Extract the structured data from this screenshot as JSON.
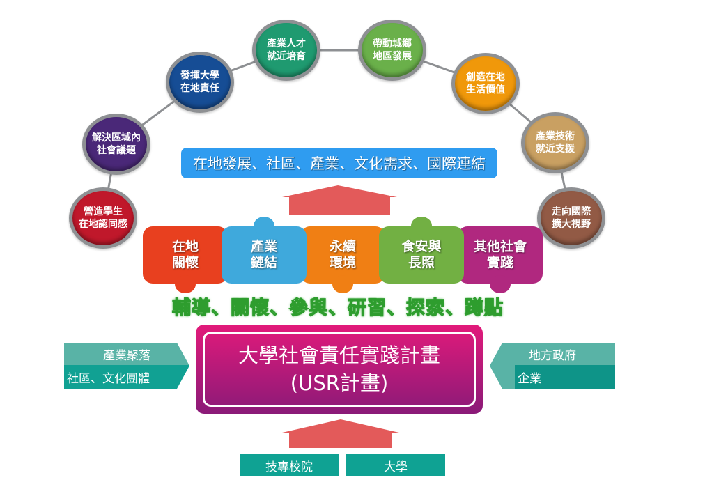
{
  "goals": [
    {
      "line1": "營造學生",
      "line2": "在地認同感",
      "color": "#c0182b"
    },
    {
      "line1": "解決區域內",
      "line2": "社會議題",
      "color": "#4a2878"
    },
    {
      "line1": "發揮大學",
      "line2": "在地責任",
      "color": "#164d95"
    },
    {
      "line1": "產業人才",
      "line2": "就近培育",
      "color": "#1f9a70"
    },
    {
      "line1": "帶動城鄉",
      "line2": "地區發展",
      "color": "#6ab04a"
    },
    {
      "line1": "創造在地",
      "line2": "生活價值",
      "color": "#f0980a"
    },
    {
      "line1": "產業技術",
      "line2": "就近支援",
      "color": "#c9a062"
    },
    {
      "line1": "走向國際",
      "line2": "擴大視野",
      "color": "#925a45"
    }
  ],
  "banner": "在地發展、社區、產業、文化需求、國際連結",
  "puzzles": [
    {
      "line1": "在地",
      "line2": "關懷",
      "color": "#e8401f"
    },
    {
      "line1": "產業",
      "line2": "鏈結",
      "color": "#3fa9dc"
    },
    {
      "line1": "永續",
      "line2": "環境",
      "color": "#f07f14"
    },
    {
      "line1": "食安與",
      "line2": "長照",
      "color": "#72b043"
    },
    {
      "line1": "其他社會",
      "line2": "實踐",
      "color": "#b0287f"
    }
  ],
  "activities": "輔導、關懷、參與、研習、探索、蹲點",
  "center": {
    "title": "大學社會責任實踐計畫",
    "subtitle": "(USR計畫)"
  },
  "left_partner": {
    "top": "產業聚落",
    "bottom": "社區、文化團體"
  },
  "right_partner": {
    "top": "地方政府",
    "bottom": "企業"
  },
  "institutions": [
    "技專校院",
    "大學"
  ]
}
